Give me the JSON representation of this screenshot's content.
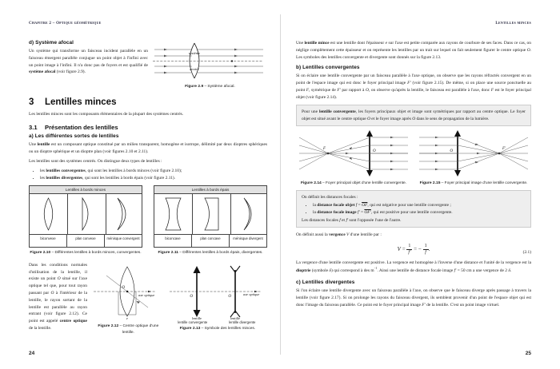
{
  "left_page": {
    "runhead": "Chapitre 2 – Optique géométrique",
    "page_number": "24",
    "afocal": {
      "heading": "d) Système afocal",
      "paragraph": "Un système qui transforme un faisceau incident parallèle en un faisceau émergent parallèle conjugue un point objet à l'infini avec un point image à l'infini. Il n'a donc pas de foyers et est qualifié de système afocal (voir figure 2.9).",
      "figure": {
        "label": "Figure 2.9",
        "dash": "–",
        "caption": "Système afocal.",
        "inner_top": "système",
        "inner_bottom": "centré"
      }
    },
    "section": {
      "number": "3",
      "title": "Lentilles minces",
      "intro": "Les lentilles minces sont les composants élémentaires de la plupart des systèmes centrés."
    },
    "subsection": {
      "number": "3.1",
      "title": "Présentation des lentilles",
      "sub_a": "a) Les différentes sortes de lentilles",
      "p1": "Une lentille est un composant optique constitué par un milieu transparent, homogène et isotrope, délimité par deux dioptres sphériques ou un dioptre sphérique et un dioptre plan (voir figures 2.10 et 2.11).",
      "p2": "Les lentilles sont des systèmes centrés. On distingue deux types de lentilles :",
      "bullets": [
        "les lentilles convergentes, qui sont les lentilles à bords minces (voir figure 2.10);",
        "les lentilles divergentes, qui sont les lentilles à bords épais (voir figure 2.11)."
      ]
    },
    "fig210": {
      "table_header": "Lentilles à bords minces",
      "cells": [
        "biconvexe",
        "plan convexe",
        "ménisque convergent"
      ],
      "label": "Figure 2.10",
      "dash": "–",
      "caption": "Différentes lentilles à bords minces, convergentes."
    },
    "fig211": {
      "table_header": "Lentilles à bords épais",
      "cells": [
        "biconcave",
        "plan concave",
        "ménisque divergent"
      ],
      "label": "Figure 2.11",
      "dash": "–",
      "caption": "Différentes lentilles à bords épais, divergentes."
    },
    "centre_optique": {
      "paragraph": "Dans les conditions normales d'utilisation de la lentille, il existe un point O situé sur l'axe optique tel que, pour tout rayon passant par O à l'intérieur de la lentille, le rayon sortant de la lentille est parallèle au rayon entrant (voir figure 2.12). Ce point est appelé centre optique de la lentille."
    },
    "fig212": {
      "label": "Figure 2.12",
      "dash": "–",
      "caption": "Centre optique d'une lentille.",
      "point": "O",
      "axis_label": "axe optique",
      "thickness": "e"
    },
    "fig213": {
      "label": "Figure 2.13",
      "dash": "–",
      "caption": "Symbole des lentilles minces.",
      "axis_label": "axe optique",
      "left_point": "O",
      "right_point": "O",
      "left_caption": "lentille convergente",
      "right_caption": "lentille divergente"
    }
  },
  "right_page": {
    "runhead": "Lentilles minces",
    "page_number": "25",
    "p_thin": "Une lentille mince est une lentille dont l'épaisseur e sur l'axe est petite comparée aux rayons de courbure de ses faces. Dans ce cas, on néglige complètement cette épaisseur et on représente les lentilles par un trait sur lequel on fait seulement figurer le centre optique O. Les symboles des lentilles convergente et divergente sont donnés sur la figure 2.13.",
    "sub_b": "b) Lentilles convergentes",
    "p_conv": "Si on éclaire une lentille convergente par un faisceau parallèle à l'axe optique, on observe que les rayons réfractés convergent en un point de l'espace image qui est donc le foyer principal image F' (voir figure 2.15). De même, si on place une source ponctuelle au point F, symétrique de F' par rapport à O, on observe qu'après la lentille, le faisceau est parallèle à l'axe, donc F est le foyer principal objet (voir figure 2.14).",
    "box_conv": "Pour une lentille convergente, les foyers principaux objet et image sont symétriques par rapport au centre optique. Le foyer objet est situé avant le centre optique O et le foyer image après O dans le sens de propagation de la lumière.",
    "fig214": {
      "label": "Figure 2.14",
      "dash": "–",
      "caption": "Foyer principal objet d'une lentille convergente.",
      "focus": "F",
      "centre": "O"
    },
    "fig215": {
      "label": "Figure 2.15",
      "dash": "–",
      "caption": "Foyer principal image d'une lentille convergente.",
      "focus": "F'",
      "centre": "O"
    },
    "box_focal": {
      "intro": "On définit les distances focales :",
      "bullets": [
        "la distance focale objet f = OF, qui est négative pour une lentille convergente ;",
        "la distance focale image f' = OF', qui est positive pour une lentille convergente."
      ],
      "closing": "Les distances focales f et f' sont l'opposée l'une de l'autre."
    },
    "vergence_intro": "On définit aussi la vergence V d'une lentille par :",
    "equation": {
      "lhs": "V",
      "eq1": "=",
      "num1": "1",
      "den1": "f'",
      "eq2": "= −",
      "num2": "1",
      "den2": "f",
      "period": ".",
      "number": "(2.1)"
    },
    "p_vergence": "La vergence d'une lentille convergente est positive. La vergence est homogène à l'inverse d'une distance et l'unité de la vergence est la dioptrie (symbole δ) qui correspond à des m⁻¹. Ainsi une lentille de distance focale image f' = 50 cm a une vergence de 2 δ.",
    "sub_c": "c) Lentilles divergentes",
    "p_div": "Si l'on éclaire une lentille divergente avec un faisceau parallèle à l'axe, on observe que le faisceau diverge après passage à travers la lentille (voir figure 2.17). Si on prolonge les rayons du faisceau divergent, ils semblent provenir d'un point de l'espace objet qui est donc l'image du faisceau parallèle. Ce point est le foyer principal image F' de la lentille. C'est un point image virtuel."
  }
}
